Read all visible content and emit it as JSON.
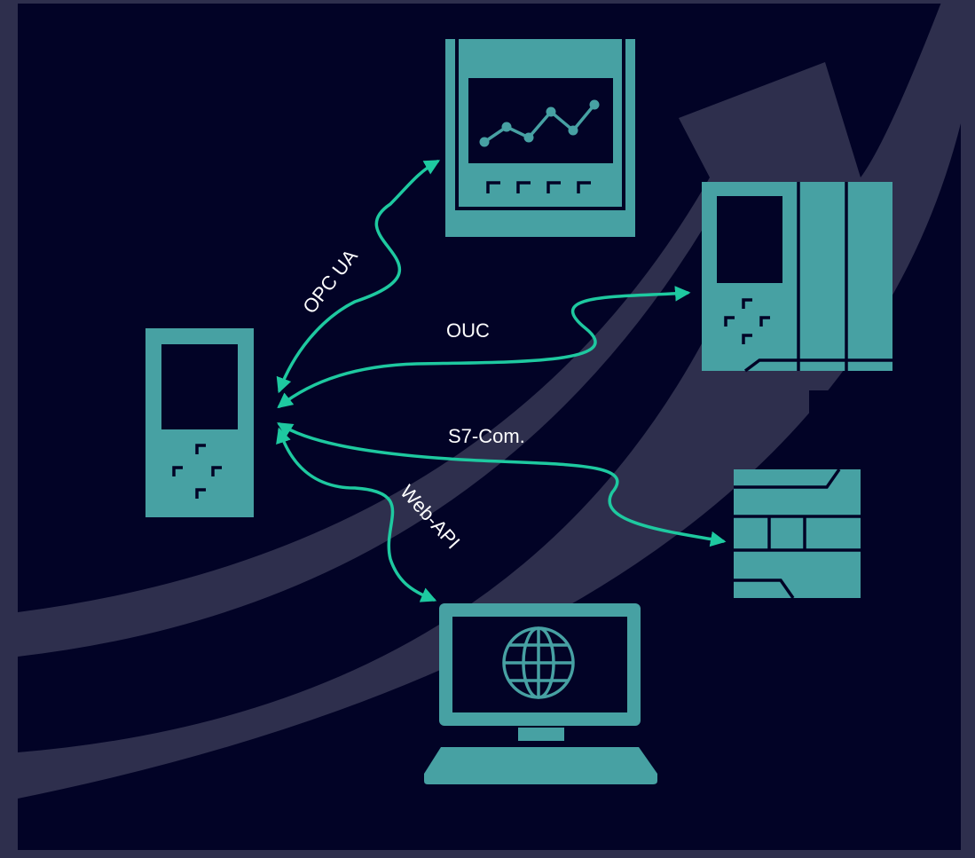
{
  "colors": {
    "background_frame": "#2e2f4d",
    "panel": "#020326",
    "growth_arrow": "#2e2f4d",
    "device": "#47a1a3",
    "connection": "#1ec9a0",
    "label_text": "#ffffff"
  },
  "devices": {
    "center": "controller-icon",
    "top": "hmi-panel-icon",
    "right_top": "plc-rack-icon",
    "right_bottom": "io-module-icon",
    "bottom": "laptop-web-icon"
  },
  "connections": [
    {
      "id": "opc-ua",
      "label": "OPC UA"
    },
    {
      "id": "ouc",
      "label": "OUC"
    },
    {
      "id": "s7",
      "label": "S7-Com."
    },
    {
      "id": "web-api",
      "label": "Web-API"
    }
  ]
}
